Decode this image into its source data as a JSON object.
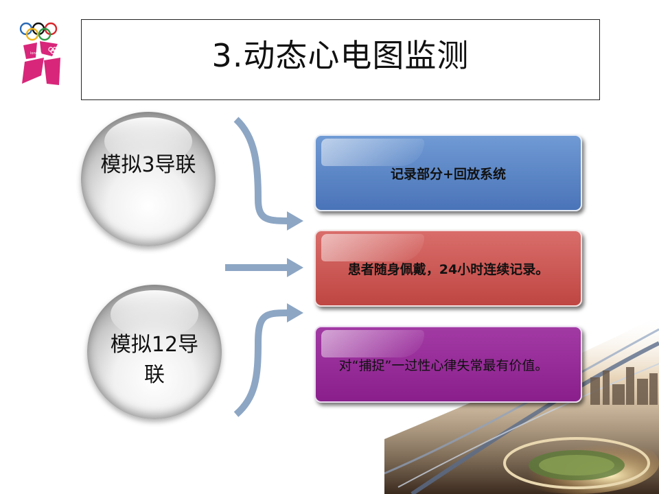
{
  "title": "3.动态心电图监测",
  "logo": {
    "text": "london"
  },
  "spheres": [
    {
      "line1": "模拟3导联",
      "line2": ""
    },
    {
      "line1": "模拟12导",
      "line2": "联"
    }
  ],
  "boxes": [
    {
      "text": "记录部分+回放系统",
      "color": "#5b86c6"
    },
    {
      "text": "患者随身佩戴，24小时连续记录。",
      "color": "#cc5955"
    },
    {
      "text": "对“捕捉”一过性心律失常最有价值。",
      "color": "#962c98"
    }
  ],
  "colors": {
    "arrow": "#8da6c4",
    "title_border": "#222222"
  },
  "icons": [
    "olympic-rings-icon",
    "london-2012-logo-icon"
  ]
}
